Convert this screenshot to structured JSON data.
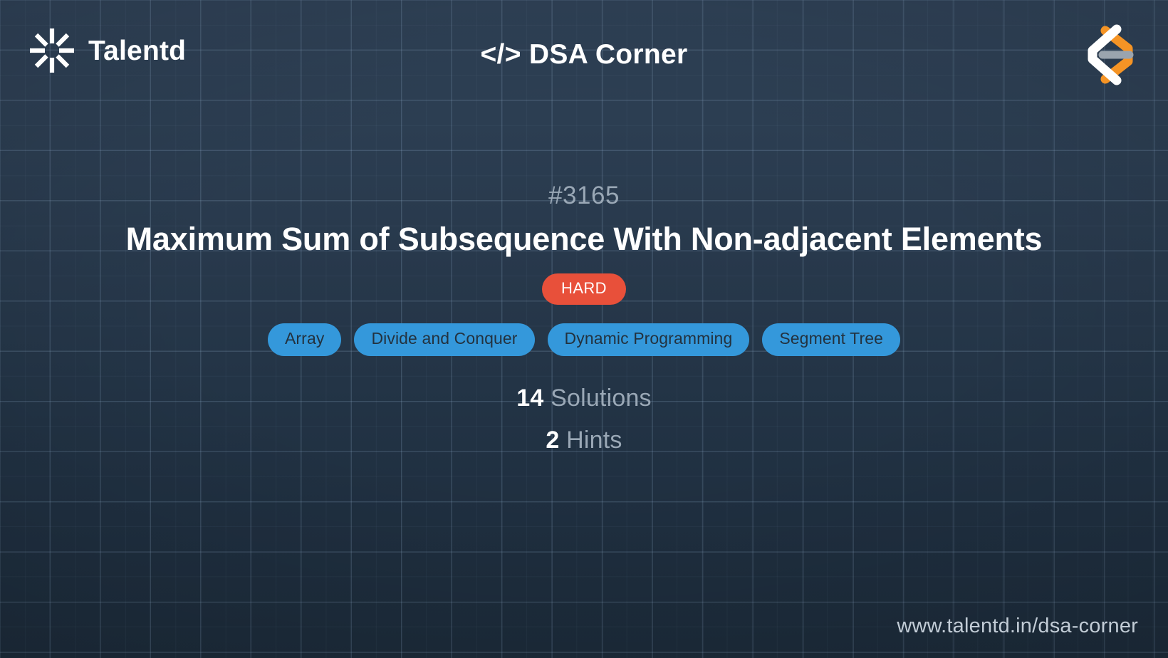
{
  "header": {
    "brand_name": "Talentd",
    "brand_icon": "asterisk-starburst-icon",
    "title": "</> DSA Corner",
    "corner_icon": "talentd-chevron-logo-icon",
    "colors": {
      "brand_white": "#ffffff",
      "accent_orange": "#f59425",
      "accent_gray": "#9aa4ae"
    }
  },
  "main": {
    "problem_number": "#3165",
    "problem_title": "Maximum Sum of Subsequence With Non-adjacent Elements",
    "difficulty": "HARD",
    "difficulty_color": "#e8503a",
    "tag_color": "#3498db",
    "tags": [
      {
        "label": "Array"
      },
      {
        "label": "Divide and Conquer"
      },
      {
        "label": "Dynamic Programming"
      },
      {
        "label": "Segment Tree"
      }
    ],
    "stats": [
      {
        "count": "14",
        "label": "Solutions"
      },
      {
        "count": "2",
        "label": "Hints"
      }
    ]
  },
  "footer": {
    "url": "www.talentd.in/dsa-corner"
  },
  "theme": {
    "bg_top": "#2f4156",
    "bg_bottom": "#1c2b3a",
    "grid_line": "rgba(150,180,210,0.175)"
  }
}
